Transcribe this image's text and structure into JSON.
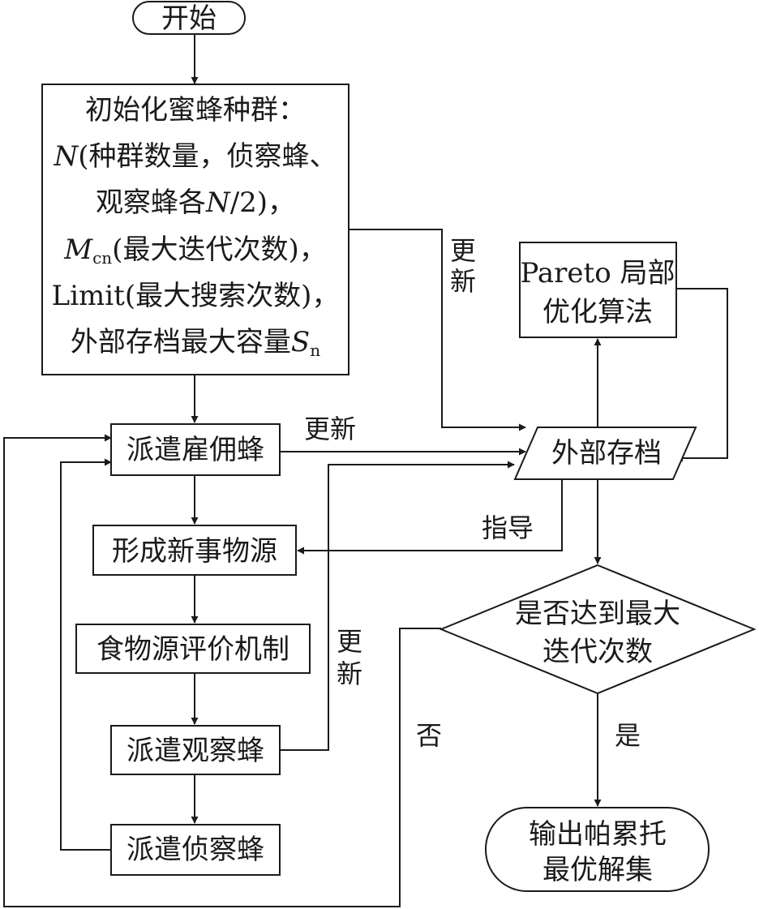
{
  "nodes": {
    "start": "开始",
    "init": {
      "line1": "初始化蜜蜂种群：",
      "line2_var": "N",
      "line2_text": "(种群数量，侦察蜂、",
      "line3_pre": "观察蜂各",
      "line3_var": "N",
      "line3_post": "/2)，",
      "line4_var": "M",
      "line4_sub": "cn",
      "line4_text": "(最大迭代次数)，",
      "line5": "Limit(最大搜索次数)，",
      "line6_text": "外部存档最大容量",
      "line6_var": "S",
      "line6_sub": "n"
    },
    "employed": "派遣雇佣蜂",
    "new_source": "形成新事物源",
    "eval": "食物源评价机制",
    "onlooker": "派遣观察蜂",
    "scout": "派遣侦察蜂",
    "pareto_line1": "Pareto 局部",
    "pareto_line2": "优化算法",
    "archive": "外部存档",
    "decision_line1": "是否达到最大",
    "decision_line2": "迭代次数",
    "output_line1": "输出帕累托",
    "output_line2": "最优解集"
  },
  "edge_labels": {
    "update_init_c1": "更",
    "update_init_c2": "新",
    "update_employed": "更新",
    "update_onlooker_c1": "更",
    "update_onlooker_c2": "新",
    "guide": "指导",
    "no": "否",
    "yes": "是"
  }
}
